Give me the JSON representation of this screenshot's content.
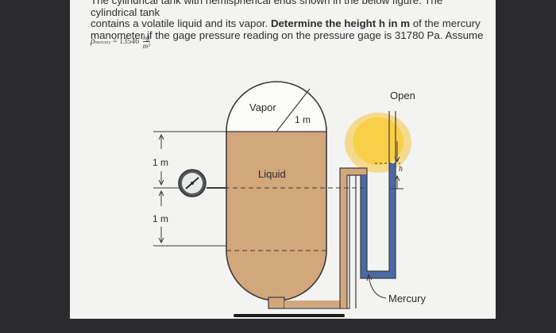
{
  "problem": {
    "line1": "The cylindrical tank with hemispherical ends shown in the below figure. The cylindrical tank",
    "line2": "contains a volatile liquid and its vapor.",
    "bold": "Determine the height h in m",
    "line2b": "of the mercury",
    "line3": "manometer if the gage pressure reading on the pressure gage is 31780 Pa.  Assume"
  },
  "formula": {
    "symbol": "ρ",
    "subscript": "mercury",
    "equals": "= 13546",
    "numerator": "kg",
    "denominator": "m³"
  },
  "figure": {
    "vapor_label": "Vapor",
    "radius_label": "1 m",
    "liquid_label": "Liquid",
    "dim_upper": "1 m",
    "dim_lower": "1 m",
    "open_label": "Open",
    "h_label": "h",
    "mercury_label": "Mercury"
  },
  "colors": {
    "liquid": "#d3a77c",
    "mercury": "#4b6aa6",
    "vapor": "#fbfbf8",
    "highlight": "#f6c43a",
    "outline": "#3a3a3a"
  }
}
